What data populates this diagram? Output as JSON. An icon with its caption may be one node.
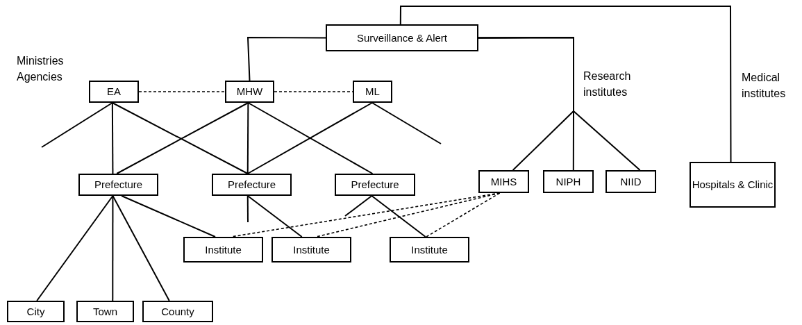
{
  "diagram": {
    "nodes": [
      {
        "text": [
          "Surveillance & Alert"
        ]
      },
      {
        "text": [
          "EA"
        ]
      },
      {
        "text": [
          "MHW"
        ]
      },
      {
        "text": [
          "ML"
        ]
      },
      {
        "text": [
          "Prefecture"
        ]
      },
      {
        "text": [
          "Prefecture"
        ]
      },
      {
        "text": [
          "Prefecture"
        ]
      },
      {
        "text": [
          "MIHS"
        ]
      },
      {
        "text": [
          "NIPH"
        ]
      },
      {
        "text": [
          "NIID"
        ]
      },
      {
        "text": [
          "Hospitals & Clinic"
        ]
      },
      {
        "text": [
          "Institute"
        ]
      },
      {
        "text": [
          "Institute"
        ]
      },
      {
        "text": [
          "Institute"
        ]
      },
      {
        "text": [
          "City"
        ]
      },
      {
        "text": [
          "Town"
        ]
      },
      {
        "text": [
          "County"
        ]
      }
    ],
    "edges": [
      {
        "from": 0,
        "to": 2,
        "arrow": "none"
      },
      {
        "from": 0,
        "to": 7,
        "arrow": "none"
      },
      {
        "from": 0,
        "to": 8,
        "arrow": "none"
      },
      {
        "from": 0,
        "to": 9,
        "arrow": "none"
      },
      {
        "from": 0,
        "to": 10,
        "arrow": "none"
      },
      {
        "from": 1,
        "to": 2,
        "arrow": "none",
        "style": "dashed"
      },
      {
        "from": 2,
        "to": 3,
        "arrow": "none",
        "style": "dashed"
      },
      {
        "from": 1,
        "to": null,
        "arrow": "none"
      },
      {
        "from": 1,
        "to": 4,
        "arrow": "none"
      },
      {
        "from": 1,
        "to": 5,
        "arrow": "none"
      },
      {
        "from": 2,
        "to": 4,
        "arrow": "none"
      },
      {
        "from": 2,
        "to": 5,
        "arrow": "none"
      },
      {
        "from": 2,
        "to": 6,
        "arrow": "none"
      },
      {
        "from": 3,
        "to": 5,
        "arrow": "none"
      },
      {
        "from": 3,
        "to": null,
        "arrow": "none"
      },
      {
        "from": 4,
        "to": 14,
        "arrow": "none"
      },
      {
        "from": 4,
        "to": 15,
        "arrow": "none"
      },
      {
        "from": 4,
        "to": 16,
        "arrow": "none"
      },
      {
        "from": 4,
        "to": 11,
        "arrow": "none"
      },
      {
        "from": 5,
        "to": null,
        "arrow": "none"
      },
      {
        "from": 5,
        "to": 12,
        "arrow": "none"
      },
      {
        "from": 6,
        "to": null,
        "arrow": "none"
      },
      {
        "from": 6,
        "to": 13,
        "arrow": "none"
      },
      {
        "from": 7,
        "to": 11,
        "arrow": "none",
        "style": "dashed"
      },
      {
        "from": 7,
        "to": 12,
        "arrow": "none",
        "style": "dashed"
      },
      {
        "from": 7,
        "to": 13,
        "arrow": "none",
        "style": "dashed"
      }
    ],
    "labels": [
      "Ministries Agencies",
      "Research institutes",
      "Medical institutes"
    ]
  }
}
